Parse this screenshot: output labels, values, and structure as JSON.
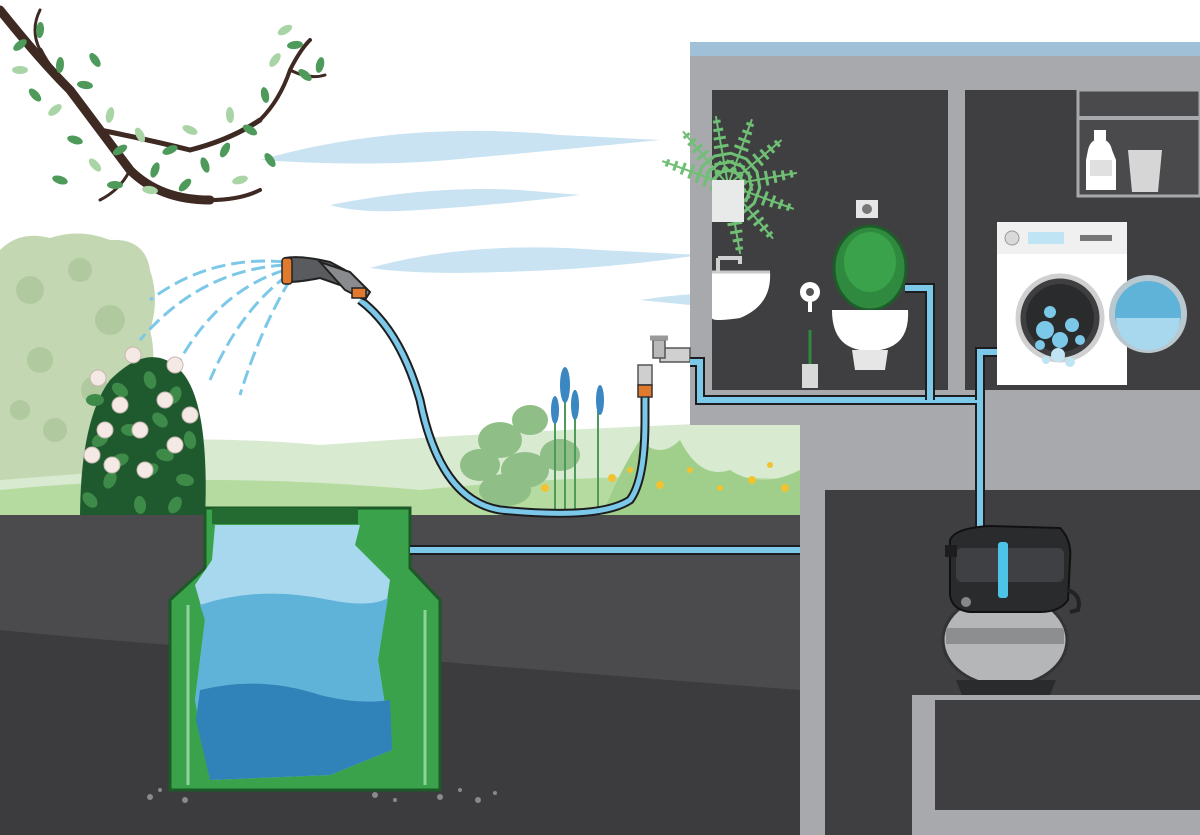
{
  "scene": {
    "description_elements": [
      "sky",
      "tree-branch",
      "hedge",
      "rose-bush",
      "garden-plants",
      "underground-tank",
      "garden-hose",
      "spray-gun",
      "outdoor-tap",
      "house-wall",
      "bathroom",
      "toilet",
      "sink",
      "washing-machine",
      "shelf",
      "pump",
      "pipes"
    ]
  },
  "colors": {
    "sky": "#ffffff",
    "cloud": "#c9e3f2",
    "ground": "#4b4b4d",
    "ground_dark": "#3c3c3e",
    "wall": "#a7a9ac",
    "wall_top": "#9fc0d6",
    "room": "#3f3f41",
    "tank_green": "#3aa24a",
    "tank_dark": "#236b30",
    "water_light": "#a8d8ee",
    "water_mid": "#5fb3d9",
    "water_deep": "#2f83b8",
    "pipe": "#7cc8e8",
    "pipe_edge": "#1d1d1f",
    "leaf": "#4d9a5a",
    "leaf_light": "#a9d5a6",
    "branch": "#3e2a22",
    "hedge": "#c3d7b2",
    "grass": "#9fcf8a",
    "pump_grey": "#b4b6b8",
    "pump_dark": "#2a2b2d",
    "pump_accent": "#4ec3e8",
    "toilet_green": "#2f8a3f"
  }
}
